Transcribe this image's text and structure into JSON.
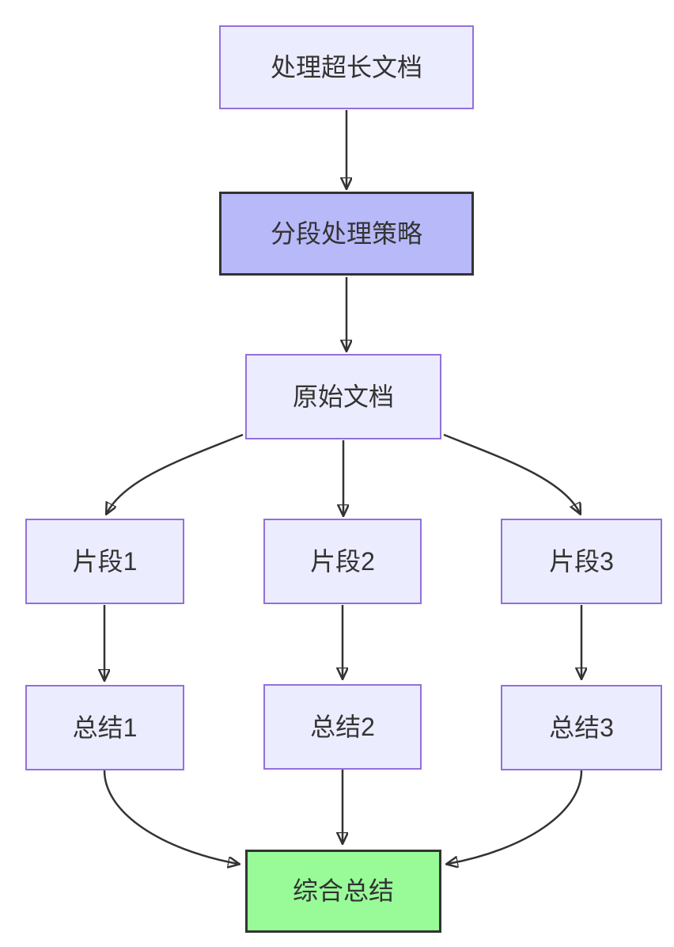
{
  "diagram": {
    "type": "flowchart-top-down",
    "nodes": {
      "process_long_doc": {
        "label": "处理超长文档"
      },
      "segment_strategy": {
        "label": "分段处理策略",
        "style": "highlight"
      },
      "original_doc": {
        "label": "原始文档"
      },
      "fragment1": {
        "label": "片段1"
      },
      "fragment2": {
        "label": "片段2"
      },
      "fragment3": {
        "label": "片段3"
      },
      "summary1": {
        "label": "总结1"
      },
      "summary2": {
        "label": "总结2"
      },
      "summary3": {
        "label": "总结3"
      },
      "final_summary": {
        "label": "综合总结",
        "style": "result"
      }
    },
    "edges": [
      {
        "from": "process_long_doc",
        "to": "segment_strategy"
      },
      {
        "from": "segment_strategy",
        "to": "original_doc"
      },
      {
        "from": "original_doc",
        "to": "fragment1"
      },
      {
        "from": "original_doc",
        "to": "fragment2"
      },
      {
        "from": "original_doc",
        "to": "fragment3"
      },
      {
        "from": "fragment1",
        "to": "summary1"
      },
      {
        "from": "fragment2",
        "to": "summary2"
      },
      {
        "from": "fragment3",
        "to": "summary3"
      },
      {
        "from": "summary1",
        "to": "final_summary"
      },
      {
        "from": "summary2",
        "to": "final_summary"
      },
      {
        "from": "summary3",
        "to": "final_summary"
      }
    ],
    "colors": {
      "node_fill": "#ECECFF",
      "node_border": "#9370DB",
      "highlight_fill": "#b8b9f8",
      "highlight_border": "#333333",
      "result_fill": "#98fb98",
      "result_border": "#333333",
      "edge_stroke": "#333333",
      "text": "#333333",
      "background": "#ffffff"
    }
  }
}
